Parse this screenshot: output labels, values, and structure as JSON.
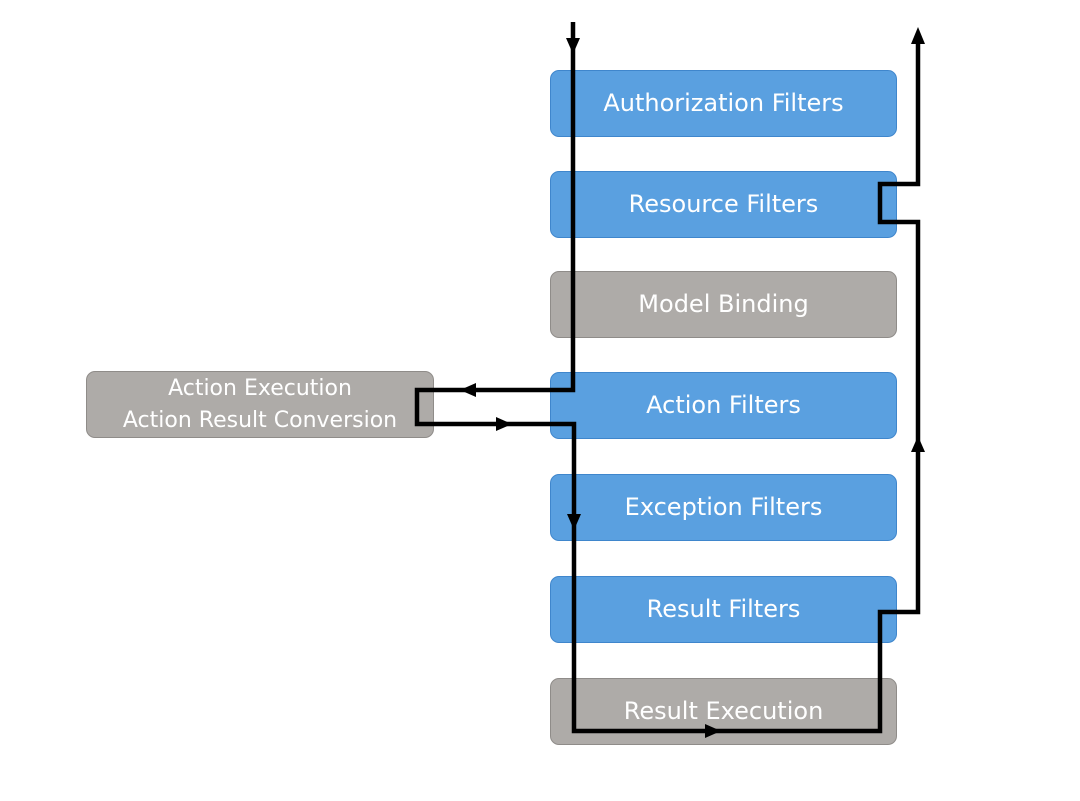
{
  "diagram": {
    "pipeline_boxes": [
      {
        "id": "authorization",
        "label": "Authorization Filters",
        "color": "blue"
      },
      {
        "id": "resource",
        "label": "Resource Filters",
        "color": "blue"
      },
      {
        "id": "model-binding",
        "label": "Model Binding",
        "color": "gray"
      },
      {
        "id": "action",
        "label": "Action Filters",
        "color": "blue"
      },
      {
        "id": "exception",
        "label": "Exception Filters",
        "color": "blue"
      },
      {
        "id": "result",
        "label": "Result Filters",
        "color": "blue"
      },
      {
        "id": "result-execution",
        "label": "Result Execution",
        "color": "gray"
      }
    ],
    "side_box": {
      "line1": "Action Execution",
      "line2": "Action Result Conversion",
      "color": "gray"
    },
    "colors": {
      "blue_fill": "#5aa0e0",
      "gray_fill": "#aeaba8",
      "flow_line": "#000000",
      "text": "#ffffff"
    }
  }
}
